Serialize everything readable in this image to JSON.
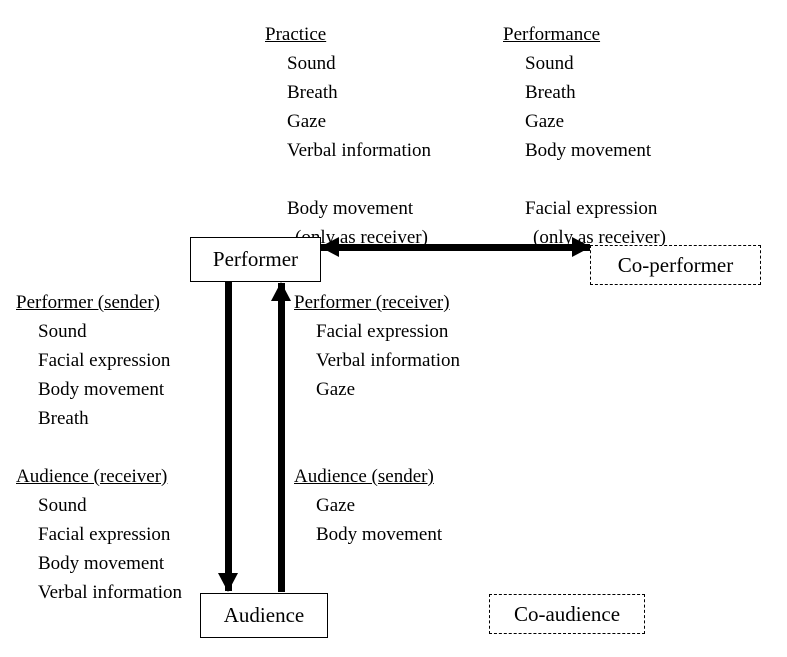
{
  "diagram": {
    "title_practice": "Practice",
    "title_performance": "Performance",
    "practice_items": [
      "Sound",
      "Breath",
      "Gaze",
      "Verbal information"
    ],
    "practice_note_main": "Body movement",
    "practice_note_sub": "(only as receiver)",
    "performance_items": [
      "Sound",
      "Breath",
      "Gaze",
      "Body movement"
    ],
    "performance_note_main": "Facial expression",
    "performance_note_sub": "(only as receiver)",
    "nodes": {
      "performer": "Performer",
      "co_performer": "Co-performer",
      "audience": "Audience",
      "co_audience": "Co-audience"
    },
    "left_block": {
      "group1_head": "Performer (sender)",
      "group1_items": [
        "Sound",
        "Facial expression",
        "Body movement",
        "Breath"
      ],
      "group2_head": "Audience (receiver)",
      "group2_items": [
        "Sound",
        "Facial expression",
        "Body movement",
        "Verbal information"
      ]
    },
    "mid_block": {
      "group1_head": "Performer (receiver)",
      "group1_items": [
        "Facial expression",
        "Verbal information",
        "Gaze"
      ],
      "group2_head": "Audience (sender)",
      "group2_items": [
        "Gaze",
        "Body movement"
      ]
    },
    "colors": {
      "stroke": "#000000",
      "background": "#ffffff"
    }
  }
}
